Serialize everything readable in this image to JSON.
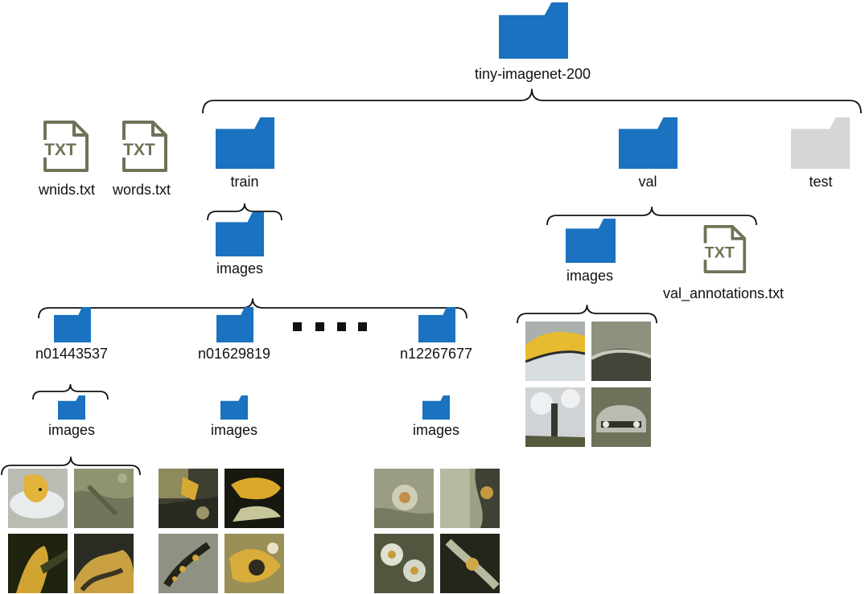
{
  "root": {
    "label": "tiny-imagenet-200",
    "icon": "folder-icon"
  },
  "root_files": [
    {
      "label": "wnids.txt",
      "icon": "txt-file-icon",
      "icon_text": "TXT"
    },
    {
      "label": "words.txt",
      "icon": "txt-file-icon",
      "icon_text": "TXT"
    }
  ],
  "train": {
    "label": "train",
    "images_label": "images",
    "classes": [
      {
        "label": "n01443537",
        "images_label": "images"
      },
      {
        "label": "n01629819",
        "images_label": "images"
      },
      {
        "label": "n12267677",
        "images_label": "images"
      }
    ]
  },
  "val": {
    "label": "val",
    "images_label": "images",
    "annotations": {
      "label": "val_annotations.txt",
      "icon": "txt-file-icon",
      "icon_text": "TXT"
    }
  },
  "test": {
    "label": "test",
    "state": "disabled"
  },
  "colors": {
    "folder": "#1a72c0",
    "folder_disabled": "#d6d6d6",
    "txt_icon": "#6d7457",
    "bracket": "#111111",
    "ellipsis": "#111111"
  }
}
